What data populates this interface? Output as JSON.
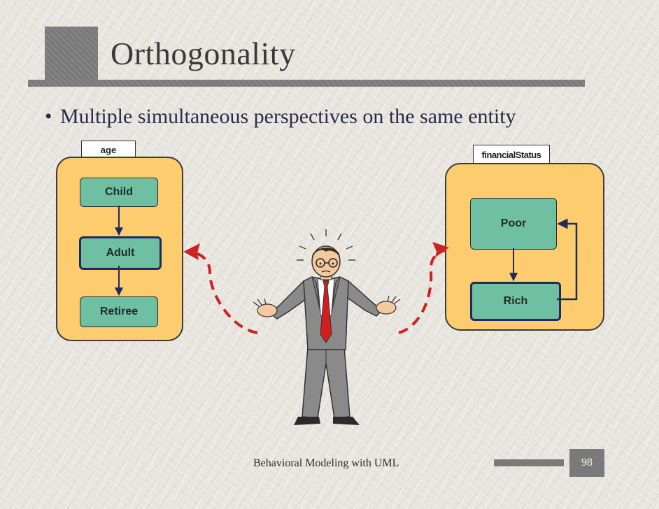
{
  "slide": {
    "title": "Orthogonality",
    "bullet": "Multiple simultaneous perspectives on the same entity",
    "footer": "Behavioral Modeling with UML",
    "page_number": "98"
  },
  "age_region": {
    "label": "age",
    "states": [
      "Child",
      "Adult",
      "Retiree"
    ],
    "active_state": "Adult"
  },
  "financial_region": {
    "label": "financialStatus",
    "states": [
      "Poor",
      "Rich"
    ],
    "active_state": "Rich"
  },
  "colors": {
    "region_fill": "#fccc6e",
    "state_fill": "#6fbfa3",
    "dashed_arrow": "#cc2222",
    "tie": "#d21e1e",
    "suit": "#8a8a8a"
  },
  "icons": {
    "person": "confused-businessman-icon"
  }
}
